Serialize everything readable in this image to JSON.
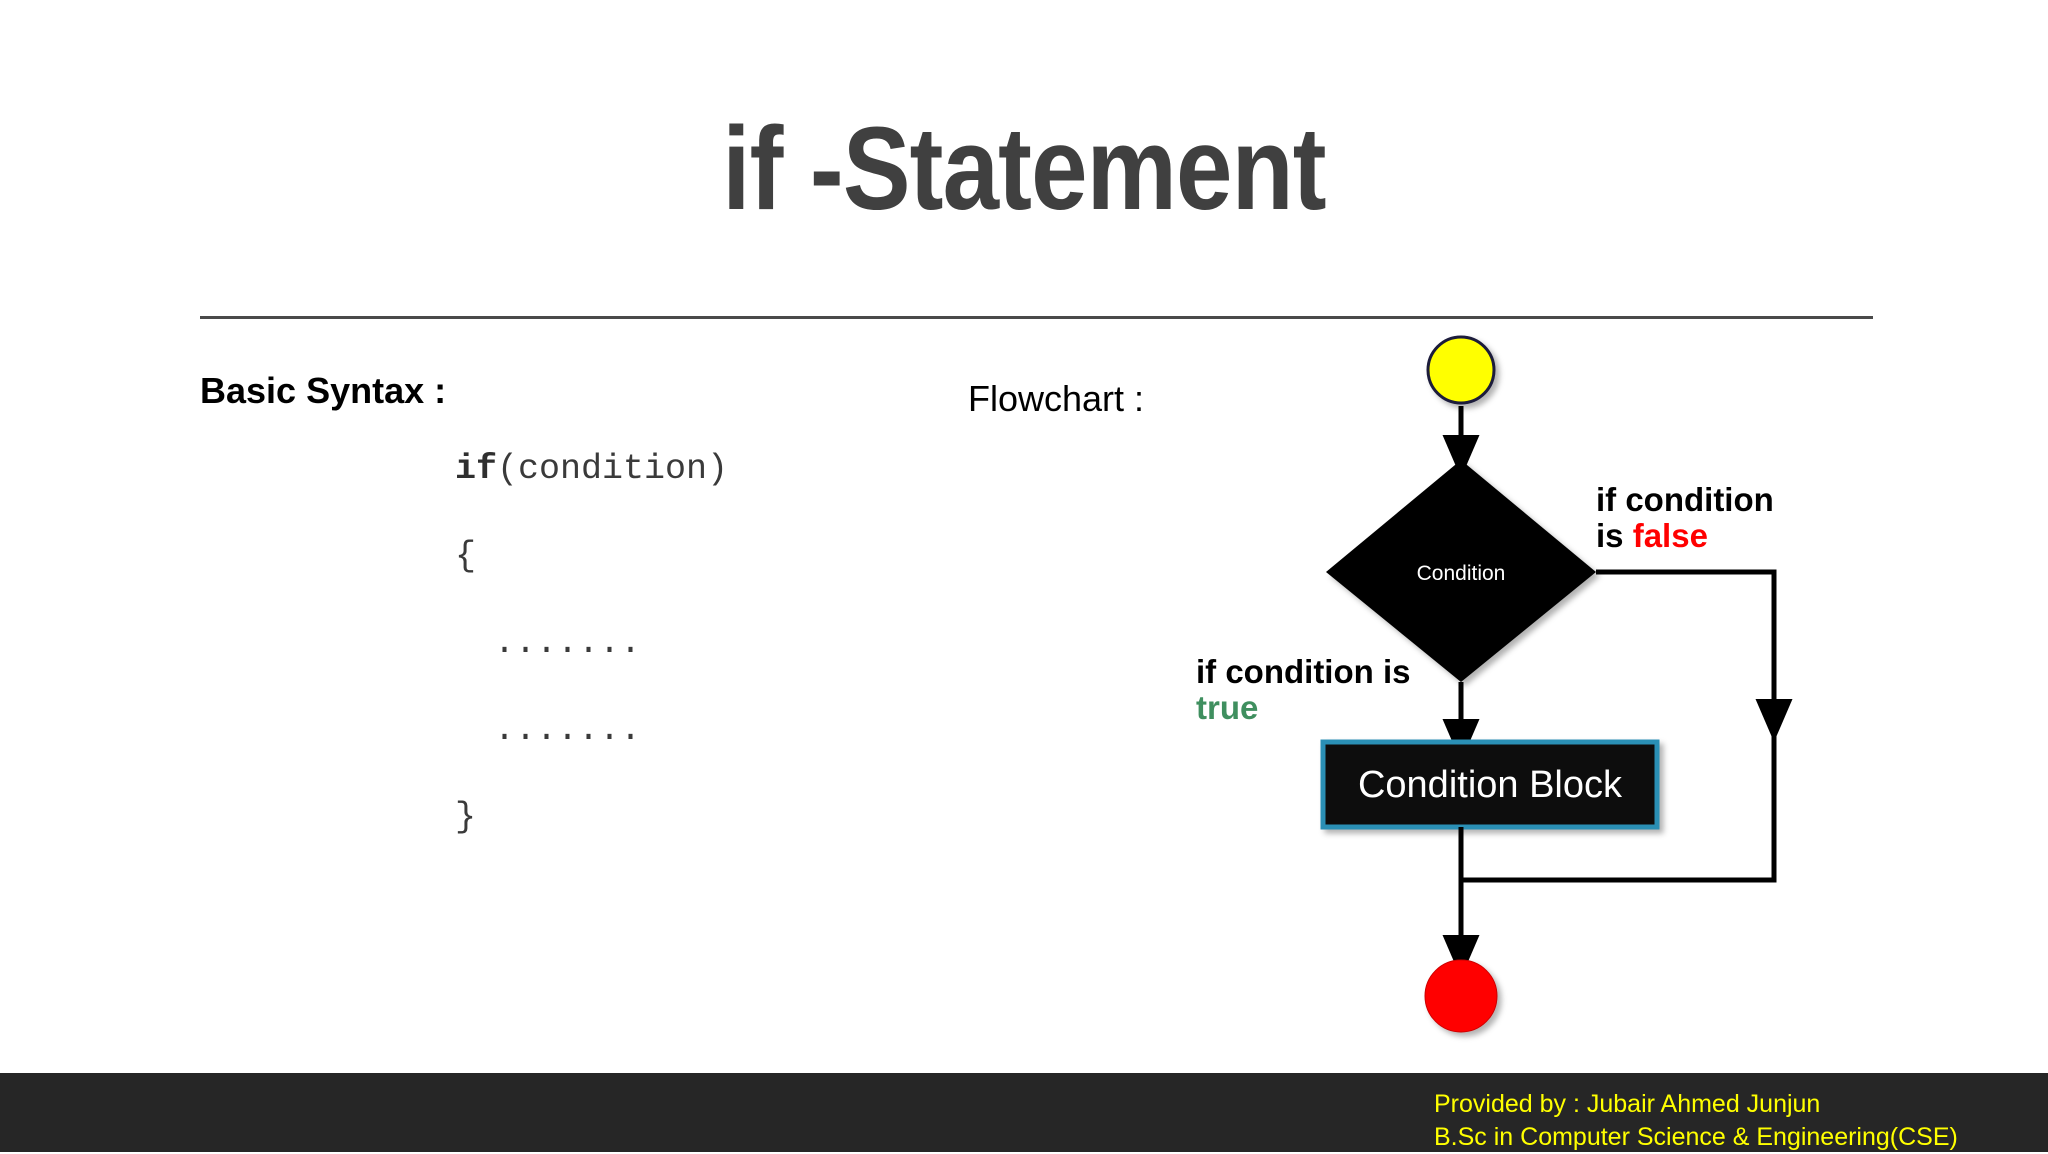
{
  "slide": {
    "title": "if -Statement"
  },
  "syntax": {
    "heading": "Basic Syntax :",
    "lines": [
      {
        "keyword": "if",
        "rest": "(condition)"
      },
      {
        "keyword": "",
        "rest": "{"
      },
      {
        "keyword": "",
        "rest": " ......."
      },
      {
        "keyword": "",
        "rest": " ......."
      },
      {
        "keyword": "",
        "rest": "}"
      }
    ]
  },
  "flowchart": {
    "heading": "Flowchart :",
    "start_node": {
      "name": "start-terminator",
      "color": "#ffff00",
      "border": "#1a1a3a"
    },
    "decision_node": {
      "label": "Condition",
      "fill": "#000000",
      "text_color": "#ffffff"
    },
    "process_node": {
      "label": "Condition Block",
      "fill": "#111111",
      "border": "#2a8fb5",
      "text_color": "#ffffff"
    },
    "end_node": {
      "name": "end-terminator",
      "color": "#ff0000"
    },
    "branch_true": {
      "prefix": "if condition is",
      "value": "true",
      "value_color": "#3f8f5f"
    },
    "branch_false": {
      "prefix": "if condition",
      "prefix2": "is",
      "value": "false",
      "value_color": "#ff0000"
    }
  },
  "footer": {
    "line1": "Provided by : Jubair Ahmed Junjun",
    "line2": "B.Sc in Computer Science & Engineering(CSE)",
    "text_color": "#ffff00",
    "bar_color": "#262626"
  }
}
